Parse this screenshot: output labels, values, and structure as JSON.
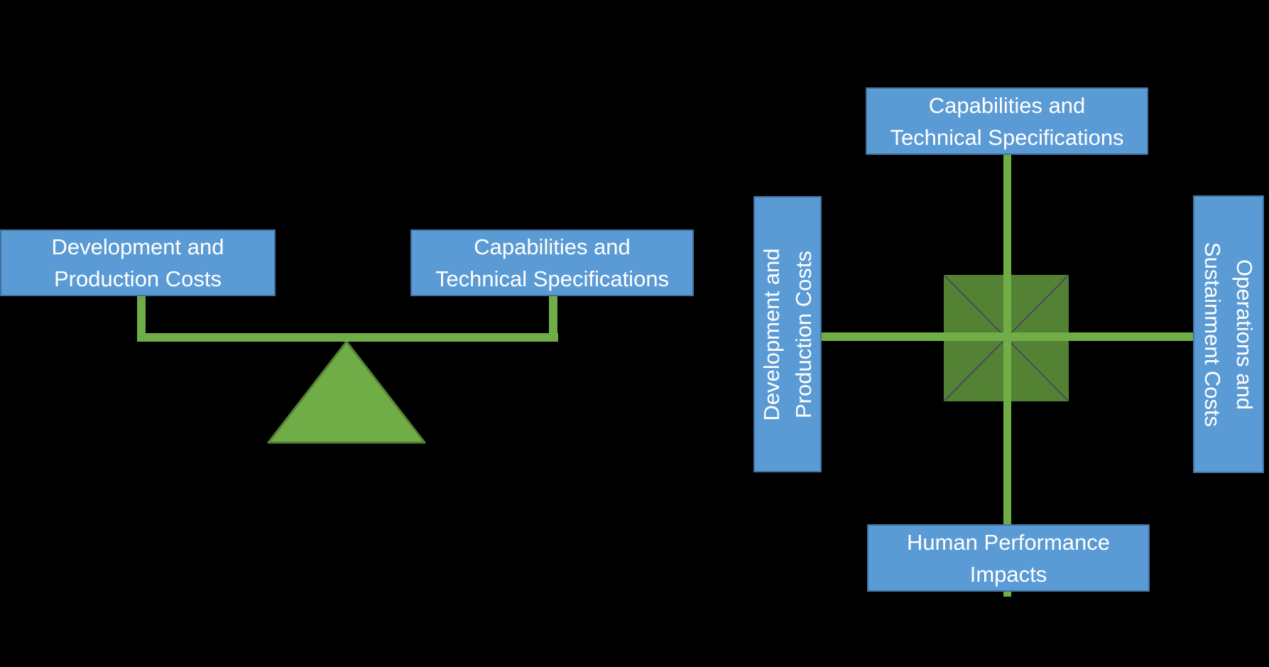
{
  "background": "#000000",
  "colors": {
    "background": "#000000",
    "box_fill": "#5B9BD5",
    "box_border": "#41719C",
    "green": "#70AD47",
    "green_dark": "#548235",
    "square_fill": "#548235",
    "diagonal": "#4B4B55",
    "text": "#FFFFFF"
  },
  "balance_diagram": {
    "left_box": {
      "line1": "Development and",
      "line2": "Production Costs"
    },
    "right_box": {
      "line1": "Capabilities and",
      "line2": "Technical Specifications"
    }
  },
  "tradespace_diagram": {
    "top_box": {
      "line1": "Capabilities and",
      "line2": "Technical Specifications"
    },
    "left_box": {
      "line1": "Development and",
      "line2": "Production Costs"
    },
    "right_box": {
      "line1": "Operations and",
      "line2": "Sustainment Costs"
    },
    "bottom_box": {
      "line1": "Human Performance",
      "line2": "Impacts"
    }
  }
}
